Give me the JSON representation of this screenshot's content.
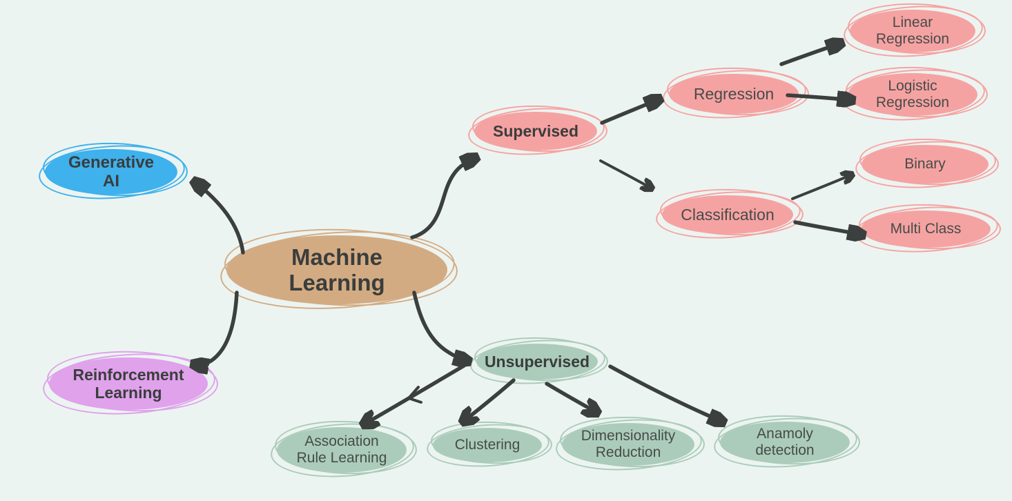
{
  "diagram": {
    "background_color": "#ecf4f1",
    "arrow_color": "#3b403e"
  },
  "nodes": {
    "machine_learning": {
      "label": "Machine Learning",
      "color": "#d3ab83"
    },
    "generative_ai": {
      "label": "Generative AI",
      "color": "#3fb1ec"
    },
    "reinforcement_learning": {
      "label": "Reinforcement Learning",
      "color": "#dfa2eb"
    },
    "supervised": {
      "label": "Supervised",
      "color": "#f5a3a2"
    },
    "regression": {
      "label": "Regression",
      "color": "#f5a3a2"
    },
    "linear_regression": {
      "label": "Linear Regression",
      "color": "#f5a3a2"
    },
    "logistic_regression": {
      "label": "Logistic Regression",
      "color": "#f5a3a2"
    },
    "classification": {
      "label": "Classification",
      "color": "#f5a3a2"
    },
    "binary": {
      "label": "Binary",
      "color": "#f5a3a2"
    },
    "multi_class": {
      "label": "Multi Class",
      "color": "#f5a3a2"
    },
    "unsupervised": {
      "label": "Unsupervised",
      "color": "#abccba"
    },
    "association_rule_learning": {
      "label": "Association Rule Learning",
      "color": "#abccba"
    },
    "clustering": {
      "label": "Clustering",
      "color": "#abccba"
    },
    "dimensionality_reduction": {
      "label": "Dimensionality Reduction",
      "color": "#abccba"
    },
    "anamoly_detection": {
      "label": "Anamoly detection",
      "color": "#abccba"
    }
  },
  "edges": [
    {
      "from": "machine_learning",
      "to": "generative_ai"
    },
    {
      "from": "machine_learning",
      "to": "supervised"
    },
    {
      "from": "machine_learning",
      "to": "reinforcement_learning"
    },
    {
      "from": "machine_learning",
      "to": "unsupervised"
    },
    {
      "from": "supervised",
      "to": "regression"
    },
    {
      "from": "supervised",
      "to": "classification"
    },
    {
      "from": "regression",
      "to": "linear_regression"
    },
    {
      "from": "regression",
      "to": "logistic_regression"
    },
    {
      "from": "classification",
      "to": "binary"
    },
    {
      "from": "classification",
      "to": "multi_class"
    },
    {
      "from": "unsupervised",
      "to": "association_rule_learning"
    },
    {
      "from": "unsupervised",
      "to": "clustering"
    },
    {
      "from": "unsupervised",
      "to": "dimensionality_reduction"
    },
    {
      "from": "unsupervised",
      "to": "anamoly_detection"
    }
  ]
}
